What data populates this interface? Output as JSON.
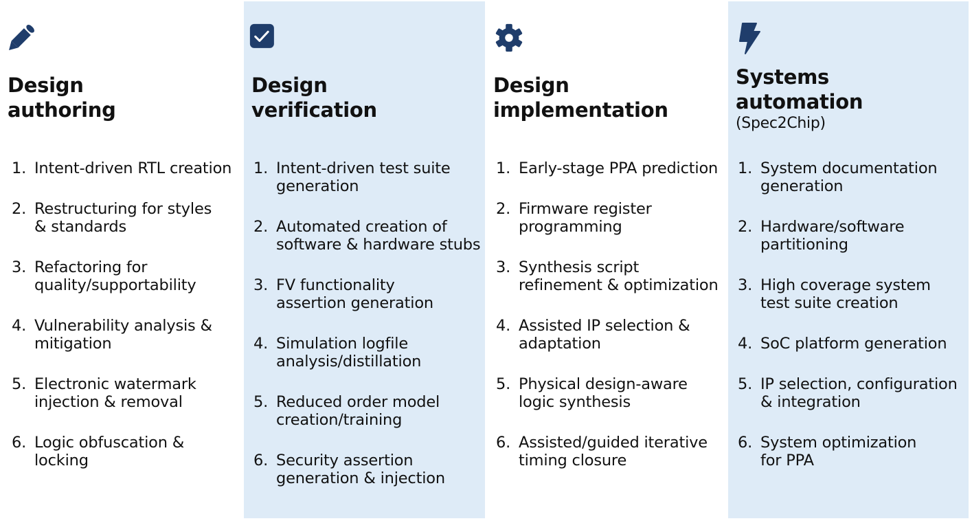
{
  "colors": {
    "accent": "#1f3d6b",
    "panel_bg": "#deebf7",
    "text": "#111111"
  },
  "columns": [
    {
      "icon": "pencil-icon",
      "shaded": false,
      "title_line1": "Design",
      "title_line2": "authoring",
      "subtitle": "",
      "items": [
        {
          "num": "1.",
          "text": "Intent-driven RTL creation"
        },
        {
          "num": "2.",
          "text": "Restructuring for styles & standards"
        },
        {
          "num": "3.",
          "text": "Refactoring for quality/supportability"
        },
        {
          "num": "4.",
          "text": "Vulnerability analysis & mitigation"
        },
        {
          "num": "5.",
          "text": "Electronic watermark injection & removal"
        },
        {
          "num": "6.",
          "text": "Logic obfuscation & locking"
        }
      ]
    },
    {
      "icon": "checkbox-checked-icon",
      "shaded": true,
      "title_line1": "Design",
      "title_line2": "verification",
      "subtitle": "",
      "items": [
        {
          "num": "1.",
          "text": "Intent-driven test suite generation"
        },
        {
          "num": "2.",
          "text": "Automated creation of software & hardware stubs"
        },
        {
          "num": "3.",
          "text": "FV functionality assertion generation"
        },
        {
          "num": "4.",
          "text": "Simulation logfile analysis/distillation"
        },
        {
          "num": "5.",
          "text": "Reduced order model creation/training"
        },
        {
          "num": "6.",
          "text": "Security assertion generation & injection"
        }
      ]
    },
    {
      "icon": "gear-icon",
      "shaded": false,
      "title_line1": "Design",
      "title_line2": "implementation",
      "subtitle": "",
      "items": [
        {
          "num": "1.",
          "text": "Early-stage PPA prediction"
        },
        {
          "num": "2.",
          "text": "Firmware register programming"
        },
        {
          "num": "3.",
          "text": "Synthesis script refinement & optimization"
        },
        {
          "num": "4.",
          "text": "Assisted IP selection & adaptation"
        },
        {
          "num": "5.",
          "text": "Physical design-aware logic synthesis"
        },
        {
          "num": "6.",
          "text": "Assisted/guided iterative timing closure"
        }
      ]
    },
    {
      "icon": "lightning-bolt-icon",
      "shaded": true,
      "title_line1": "Systems",
      "title_line2": "automation",
      "subtitle": "(Spec2Chip)",
      "items": [
        {
          "num": "1.",
          "text": "System documentation generation"
        },
        {
          "num": "2.",
          "text": "Hardware/software partitioning"
        },
        {
          "num": "3.",
          "text": "High coverage system test suite creation"
        },
        {
          "num": "4.",
          "text": "SoC platform generation"
        },
        {
          "num": "5.",
          "text": "IP selection, configuration & integration"
        },
        {
          "num": "6.",
          "text": "System optimization for PPA"
        }
      ]
    }
  ]
}
